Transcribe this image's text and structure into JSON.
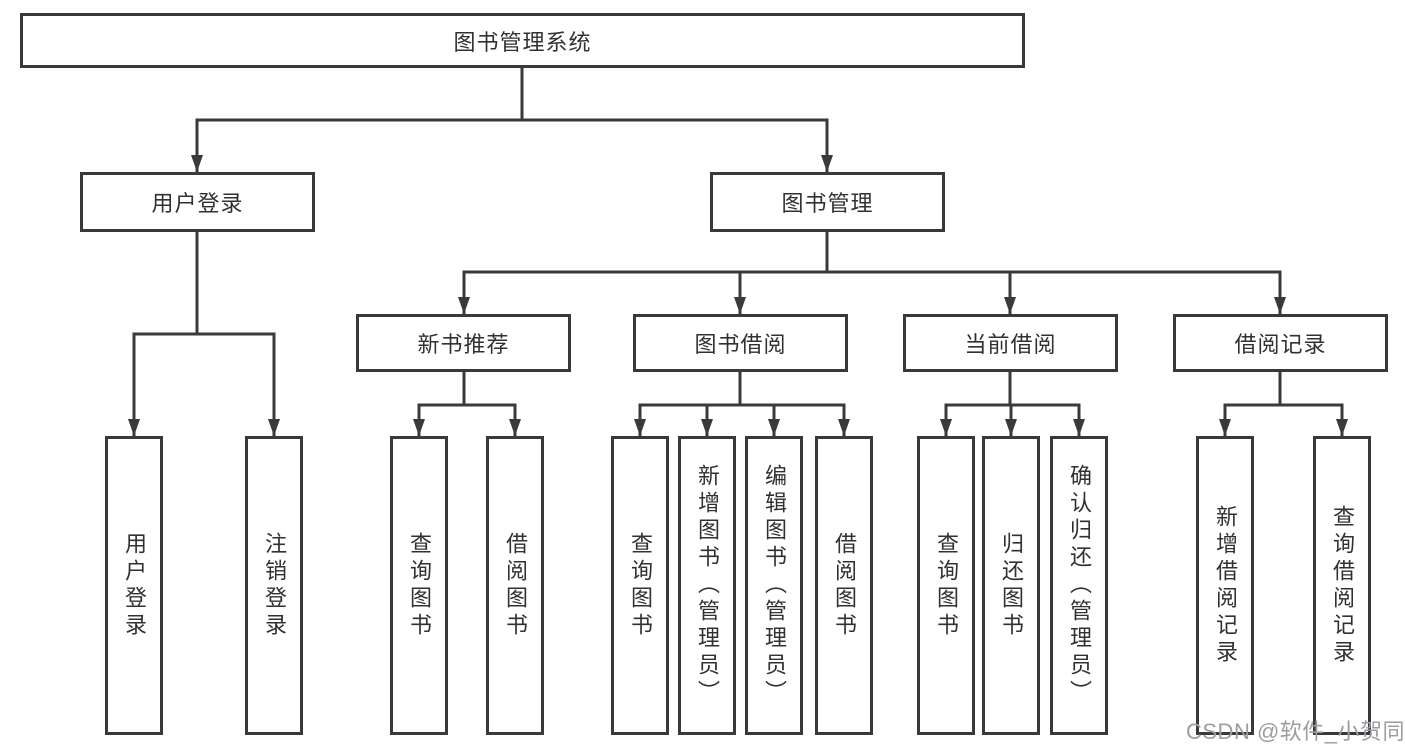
{
  "diagram": {
    "title": "图书管理系统",
    "watermark": "CSDN @软件_小贺同学",
    "colors": {
      "line": "#3a3a3c",
      "border": "#39393b",
      "text": "#313133",
      "watermark": "#9d9da1",
      "background": "#ffffff"
    },
    "tree": {
      "label": "图书管理系统",
      "children": [
        {
          "label": "用户登录",
          "children": [
            {
              "label": "用户登录"
            },
            {
              "label": "注销登录"
            }
          ]
        },
        {
          "label": "图书管理",
          "children": [
            {
              "label": "新书推荐",
              "children": [
                {
                  "label": "查询图书"
                },
                {
                  "label": "借阅图书"
                }
              ]
            },
            {
              "label": "图书借阅",
              "children": [
                {
                  "label": "查询图书"
                },
                {
                  "label": "新增图书（管理员）"
                },
                {
                  "label": "编辑图书（管理员）"
                },
                {
                  "label": "借阅图书"
                }
              ]
            },
            {
              "label": "当前借阅",
              "children": [
                {
                  "label": "查询图书"
                },
                {
                  "label": "归还图书"
                },
                {
                  "label": "确认归还（管理员）"
                }
              ]
            },
            {
              "label": "借阅记录",
              "children": [
                {
                  "label": "新增借阅记录"
                },
                {
                  "label": "查询借阅记录"
                }
              ]
            }
          ]
        }
      ]
    }
  }
}
